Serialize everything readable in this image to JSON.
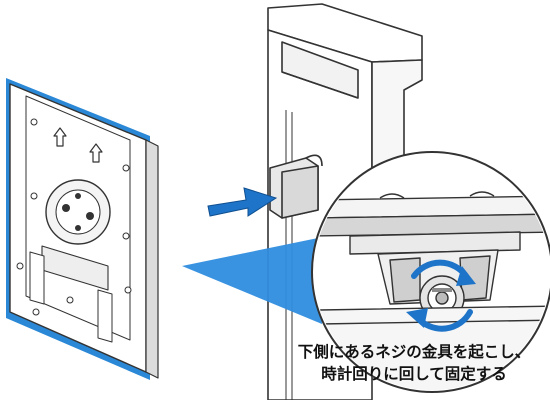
{
  "colors": {
    "accent": "#2a88d6",
    "accent_dark": "#1565b3",
    "line": "#333333",
    "fill": "#ffffff",
    "shade": "#bfbfbf"
  },
  "caption": {
    "line1": "下側にあるネジの金具を起こし、",
    "line2": "時計回りに回して固定する"
  },
  "icons": {
    "insert_arrow": "arrow-right",
    "rotate_arrows": "rotate-clockwise",
    "up_arrows": "arrow-up"
  }
}
